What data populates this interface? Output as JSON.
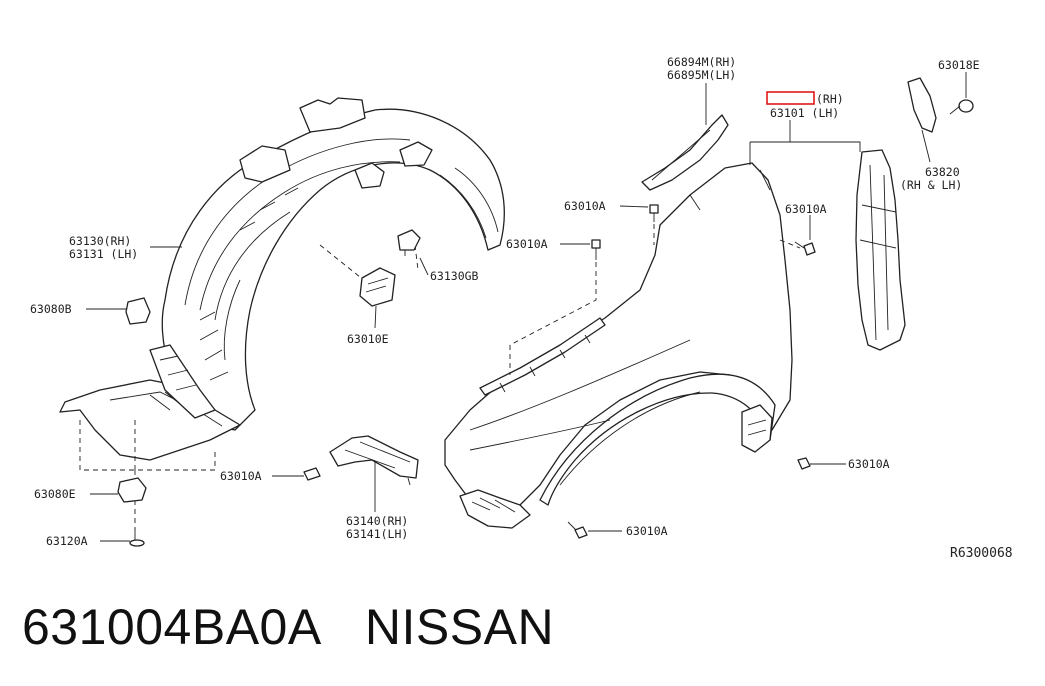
{
  "labels": {
    "rh_66894M": "66894M(RH)",
    "lh_66895M": "66895M(LH)",
    "highlight_suffix": "(RH)",
    "rh_63101_lh": "63101 (LH)",
    "l_63018E": "63018E",
    "l_63820": "63820",
    "l_63820_sub": "(RH & LH)",
    "l_63010A_top": "63010A",
    "l_63010A_mid": "63010A",
    "l_63010A_right": "63010A",
    "l_63010A_bottom_right": "63010A",
    "l_63010A_bottom_center": "63010A",
    "l_63010A_bracket": "63010A",
    "l_63130": "63130(RH)",
    "l_63131": "63131 (LH)",
    "l_63130GB": "63130GB",
    "l_63010E": "63010E",
    "l_63080B": "63080B",
    "l_63080E": "63080E",
    "l_63120A": "63120A",
    "l_63140": "63140(RH)",
    "l_63141": "63141(LH)"
  },
  "reference_code": "R6300068",
  "caption": {
    "part_number": "631004BA0A",
    "brand": "NISSAN"
  },
  "colors": {
    "highlight_border": "#e01818",
    "line": "#222222",
    "background": "#ffffff"
  }
}
